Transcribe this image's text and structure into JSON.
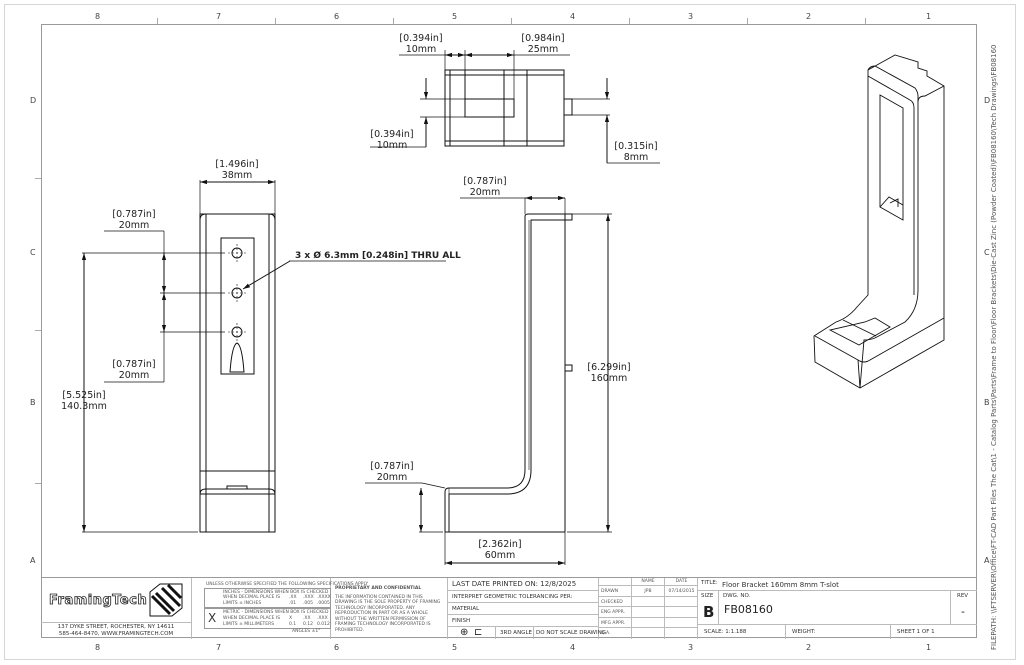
{
  "zones": {
    "columns": [
      "8",
      "7",
      "6",
      "5",
      "4",
      "3",
      "2",
      "1"
    ],
    "rows": [
      "D",
      "C",
      "B",
      "A"
    ]
  },
  "top_view": {
    "dim_left_top": {
      "in": "[0.394in]",
      "mm": "10mm"
    },
    "dim_right_top": {
      "in": "[0.984in]",
      "mm": "25mm"
    },
    "dim_left_bottom": {
      "in": "[0.394in]",
      "mm": "10mm"
    },
    "dim_right_slot": {
      "in": "[0.315in]",
      "mm": "8mm"
    }
  },
  "front_view": {
    "width_dim": {
      "in": "[1.496in]",
      "mm": "38mm"
    },
    "hole_spacing_top": {
      "in": "[0.787in]",
      "mm": "20mm"
    },
    "hole_spacing_bottom": {
      "in": "[0.787in]",
      "mm": "20mm"
    },
    "overall_height": {
      "in": "[5.525in]",
      "mm": "140.3mm"
    },
    "hole_callout": "3 x Ø 6.3mm [0.248in] THRU ALL"
  },
  "side_view": {
    "top_flange": {
      "in": "[0.787in]",
      "mm": "20mm"
    },
    "height": {
      "in": "[6.299in]",
      "mm": "160mm"
    },
    "base_thickness": {
      "in": "[0.787in]",
      "mm": "20mm"
    },
    "base_length": {
      "in": "[2.362in]",
      "mm": "60mm"
    }
  },
  "title_block": {
    "company": "FramingTech",
    "address_line1": "137 DYKE STREET, ROCHESTER, NY 14611",
    "address_line2": "585-464-8470, WWW.FRAMINGTECH.COM",
    "tolerance_header": "UNLESS OTHERWISE SPECIFIED THE FOLLOWING SPECIFICATIONS APPLY",
    "tol_inch_title": "INCHES - DIMENSIONS WHEN BOX IS CHECKED",
    "tol_inch_row1": [
      "WHEN DECIMAL PLACE IS",
      ".XX",
      ".XXX",
      ".XXXX"
    ],
    "tol_inch_row2": [
      "LIMITS ± INCHES",
      ".01",
      ".005",
      ".0005"
    ],
    "tol_mm_title": "METRIC - DIMENSIONS WHEN BOX IS CHECKED",
    "tol_mm_row1": [
      "WHEN DECIMAL PLACE IS",
      "X",
      ".XX",
      ".XXX"
    ],
    "tol_mm_row2": [
      "LIMITS ± MILLIMETERS",
      "0.1",
      "0.12",
      "0.012"
    ],
    "tol_checked_mark": "X",
    "angle_note": "ANGLES ±1°",
    "proprietary_title": "PROPRIETARY AND CONFIDENTIAL",
    "proprietary_text": "THE INFORMATION CONTAINED IN THIS DRAWING IS THE SOLE PROPERTY OF FRAMING TECHNOLOGY INCORPORATED. ANY REPRODUCTION IN PART OR AS A WHOLE WITHOUT THE WRITTEN PERMISSION OF FRAMING TECHNOLOGY INCORPORATED IS PROHIBITED.",
    "last_printed": "LAST DATE PRINTED ON: 12/8/2025",
    "gdt_label": "INTERPRET GEOMETRIC TOLERANCING PER:",
    "material_label": "MATERIAL",
    "finish_label": "FINISH",
    "projection": "3RD ANGLE",
    "no_scale": "DO NOT SCALE DRAWING",
    "approvals_header": {
      "name": "NAME",
      "date": "DATE"
    },
    "approvals": [
      {
        "role": "DRAWN",
        "name": "JPB",
        "date": "07/14/2015"
      },
      {
        "role": "CHECKED",
        "name": "",
        "date": ""
      },
      {
        "role": "ENG APPR.",
        "name": "",
        "date": ""
      },
      {
        "role": "MFG APPR.",
        "name": "",
        "date": ""
      },
      {
        "role": "Q.A.",
        "name": "",
        "date": ""
      }
    ],
    "title_label": "TITLE:",
    "title": "Floor Bracket 160mm 8mm T-slot",
    "size_label": "SIZE",
    "size": "B",
    "dwg_no_label": "DWG. NO.",
    "dwg_no": "FB08160",
    "rev_label": "REV",
    "rev": "-",
    "scale": "SCALE: 1:1.188",
    "weight": "WEIGHT:",
    "sheet": "SHEET 1 OF 1"
  },
  "filepath": "FILEPATH: \\\\FTSERVER\\Office\\FT-CAD Part Files The Cat\\1 - Catalog Parts\\Parts\\Frame to Floor\\Floor Brackets\\Die-Cast Zinc (Powder Coated)\\FB08160\\Tech Drawings\\FB08160"
}
